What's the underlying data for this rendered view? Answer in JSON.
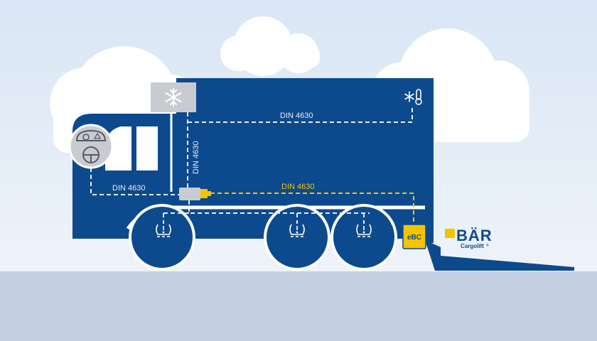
{
  "labels": {
    "din_top": "DIN 4630",
    "din_vertical": "DIN 4630",
    "din_cab": "DIN 4630",
    "din_yellow": "DIN 4630",
    "ebc": "eBC"
  },
  "brand": {
    "name": "BÄR",
    "sub": "Cargolift",
    "mark": "®"
  },
  "icons": {
    "cooling_unit": "snowflake-icon",
    "temperature_sensor": "snowflake-thermometer-icon",
    "dashboard": "dashboard-steering-wheel-icon",
    "tire_pressure": "tire-pressure-warning-icon",
    "control_unit": "ebc-control-box",
    "connector": "plug-connector-icon"
  },
  "colors": {
    "sky": "#dde8f5",
    "cloud": "#ffffff",
    "ground": "#c4cfe0",
    "truck": "#0d4a8d",
    "dash_white": "#e6ecf5",
    "dash_yellow": "#f5c400",
    "device_gray": "#c8ccd1"
  }
}
